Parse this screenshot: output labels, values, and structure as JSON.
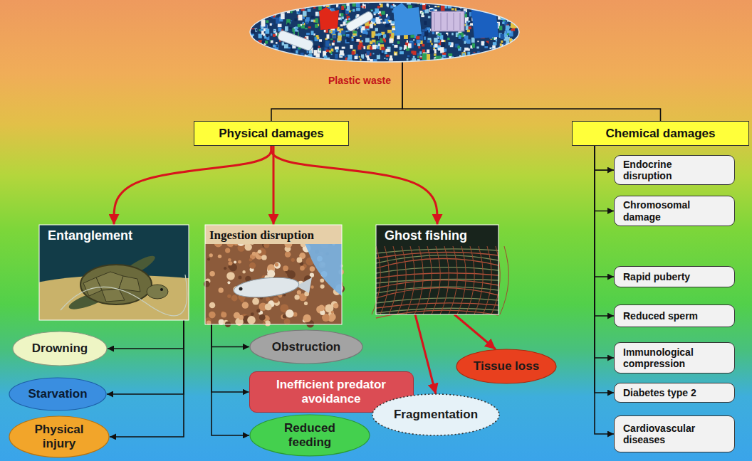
{
  "diagram": {
    "nodes": [
      {
        "text": [
          "Plastic waste"
        ]
      },
      {
        "text": [
          "Physical damages"
        ]
      },
      {
        "text": [
          "Chemical damages"
        ]
      },
      {
        "text": [
          "Entanglement"
        ]
      },
      {
        "text": [
          "Ingestion disruption"
        ]
      },
      {
        "text": [
          "Ghost fishing"
        ]
      },
      {
        "text": [
          "Drowning"
        ]
      },
      {
        "text": [
          "Starvation"
        ]
      },
      {
        "text": [
          "Physical injury"
        ]
      },
      {
        "text": [
          "Obstruction"
        ]
      },
      {
        "text": [
          "Inefficient predator avoidance"
        ]
      },
      {
        "text": [
          "Reduced feeding"
        ]
      },
      {
        "text": [
          "Tissue loss"
        ]
      },
      {
        "text": [
          "Fragmentation"
        ]
      },
      {
        "text": [
          "Endocrine disruption"
        ]
      },
      {
        "text": [
          "Chromosomal damage"
        ]
      },
      {
        "text": [
          "Rapid puberty"
        ]
      },
      {
        "text": [
          "Reduced sperm"
        ]
      },
      {
        "text": [
          "Immunological compression"
        ]
      },
      {
        "text": [
          "Diabetes type 2"
        ]
      },
      {
        "text": [
          "Cardiovascular diseases"
        ]
      }
    ],
    "edges": [
      {
        "from": 0,
        "to": 1,
        "arrow": "none"
      },
      {
        "from": 0,
        "to": 2,
        "arrow": "none"
      },
      {
        "from": 1,
        "to": 3,
        "arrow": "to"
      },
      {
        "from": 1,
        "to": 4,
        "arrow": "to"
      },
      {
        "from": 1,
        "to": 5,
        "arrow": "to"
      },
      {
        "from": 3,
        "to": 6,
        "arrow": "to"
      },
      {
        "from": 3,
        "to": 7,
        "arrow": "to"
      },
      {
        "from": 3,
        "to": 8,
        "arrow": "to"
      },
      {
        "from": 4,
        "to": 9,
        "arrow": "to"
      },
      {
        "from": 4,
        "to": 10,
        "arrow": "to"
      },
      {
        "from": 4,
        "to": 11,
        "arrow": "to"
      },
      {
        "from": 5,
        "to": 12,
        "arrow": "to"
      },
      {
        "from": 5,
        "to": 13,
        "arrow": "to"
      },
      {
        "from": 2,
        "to": 14,
        "arrow": "to"
      },
      {
        "from": 2,
        "to": 15,
        "arrow": "to"
      },
      {
        "from": 2,
        "to": 16,
        "arrow": "to"
      },
      {
        "from": 2,
        "to": 17,
        "arrow": "to"
      },
      {
        "from": 2,
        "to": 18,
        "arrow": "to"
      },
      {
        "from": 2,
        "to": 19,
        "arrow": "to"
      },
      {
        "from": 2,
        "to": 20,
        "arrow": "to"
      }
    ]
  }
}
